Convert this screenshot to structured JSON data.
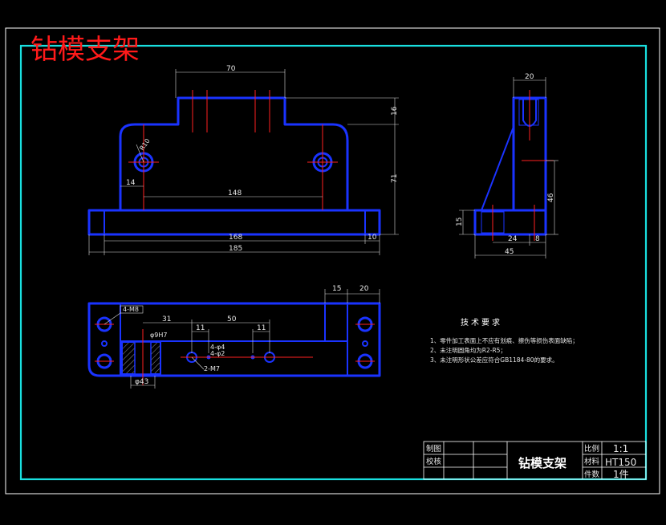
{
  "drawing": {
    "title": "钻模支架",
    "front_view": {
      "dims": {
        "top_width": "70",
        "top_step": "16",
        "height_71": "71",
        "hole_radius": "R10",
        "offset_14": "14",
        "hole_spacing": "148",
        "base_168": "168",
        "base_10": "10",
        "overall_185": "185"
      }
    },
    "side_view": {
      "dims": {
        "top_20": "20",
        "height_46": "46",
        "base_15": "15",
        "base_24": "24",
        "base_8": "8",
        "width_45": "45"
      }
    },
    "top_view": {
      "dims": {
        "d_15": "15",
        "d_20": "20",
        "holes_4m8": "4-M8",
        "d_31": "31",
        "d_50": "50",
        "d_11a": "11",
        "d_11b": "11",
        "bore": "φ9H7",
        "holes_4phi4": "4-φ4",
        "holes_4phi2": "4-φ2",
        "holes_2m7": "2-M7",
        "dia_43": "φ43"
      }
    },
    "tech_requirements": {
      "title": "技术要求",
      "items": [
        "1、零件加工表面上不应有划痕、擦伤等损伤表面缺陷；",
        "2、未注明圆角均为R2-R5；",
        "3、未注明形状公差应符合GB1184-80的要求。"
      ]
    },
    "title_block": {
      "row1_label": "制图",
      "row2_label": "校核",
      "part_name": "钻模支架",
      "scale_label": "比例",
      "scale_value": "1:1",
      "material_label": "材料",
      "material_value": "HT150",
      "qty_label": "件数",
      "qty_value": "1件"
    }
  },
  "colors": {
    "background": "#000000",
    "object_lines": "#1a33ff",
    "center_lines": "#ff2020",
    "border": "#19e0e0",
    "title": "#ff1a1a"
  }
}
